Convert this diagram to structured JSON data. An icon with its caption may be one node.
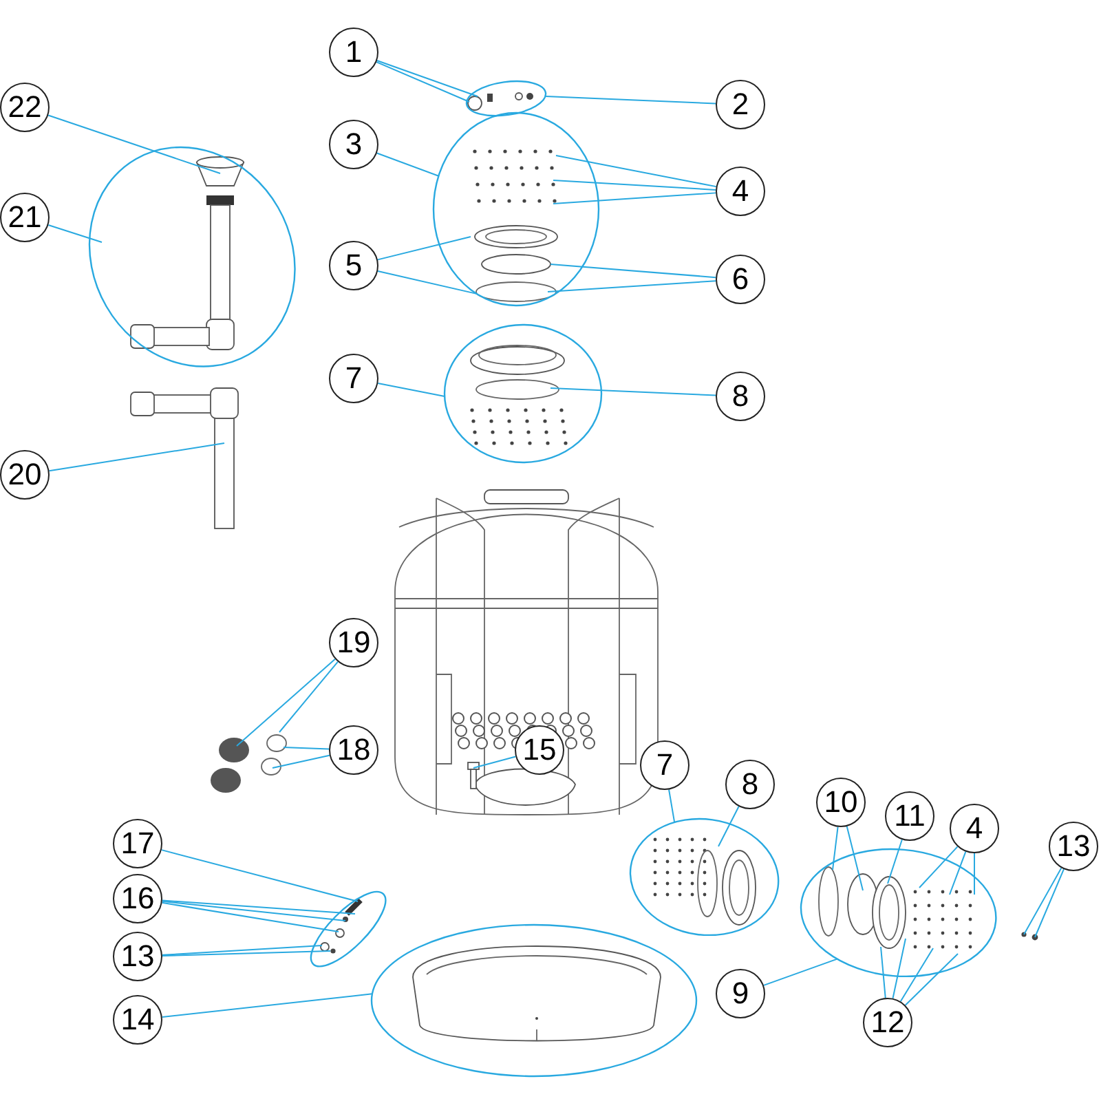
{
  "diagram": {
    "nodes": [
      {
        "text": [
          "1"
        ]
      },
      {
        "text": [],
        "shape": "ellipse"
      },
      {
        "text": [
          "2"
        ]
      },
      {
        "text": [
          "22"
        ]
      },
      {
        "text": [
          "3"
        ]
      },
      {
        "text": [],
        "shape": "ellipse"
      },
      {
        "text": [
          "4"
        ]
      },
      {
        "text": [
          "21"
        ]
      },
      {
        "text": [],
        "shape": "ellipse"
      },
      {
        "text": [
          "5"
        ]
      },
      {
        "text": [
          "6"
        ]
      },
      {
        "text": [
          "7"
        ]
      },
      {
        "text": [],
        "shape": "ellipse"
      },
      {
        "text": [
          "8"
        ]
      },
      {
        "text": [
          "20"
        ]
      },
      {
        "text": [
          "19"
        ]
      },
      {
        "text": [
          "18"
        ]
      },
      {
        "text": [
          "15"
        ]
      },
      {
        "text": [
          "7"
        ]
      },
      {
        "text": [
          "8"
        ]
      },
      {
        "text": [],
        "shape": "ellipse"
      },
      {
        "text": [
          "10"
        ]
      },
      {
        "text": [
          "11"
        ]
      },
      {
        "text": [
          "4"
        ]
      },
      {
        "text": [
          "13"
        ]
      },
      {
        "text": [
          "17"
        ]
      },
      {
        "text": [],
        "shape": "ellipse"
      },
      {
        "text": [
          "16"
        ]
      },
      {
        "text": [
          "13"
        ]
      },
      {
        "text": [],
        "shape": "ellipse"
      },
      {
        "text": [
          "9"
        ]
      },
      {
        "text": [
          "12"
        ]
      },
      {
        "text": [
          "14"
        ]
      },
      {
        "text": [],
        "shape": "ellipse"
      }
    ],
    "edges": [
      {
        "from": 0,
        "to": 1,
        "arrow": "none"
      },
      {
        "from": 0,
        "to": 1,
        "arrow": "none"
      },
      {
        "from": 2,
        "to": 1,
        "arrow": "none"
      },
      {
        "from": 3,
        "to": 8,
        "arrow": "none"
      },
      {
        "from": 4,
        "to": 5,
        "arrow": "none"
      },
      {
        "from": 6,
        "to": 5,
        "arrow": "none"
      },
      {
        "from": 6,
        "to": 5,
        "arrow": "none"
      },
      {
        "from": 6,
        "to": 5,
        "arrow": "none"
      },
      {
        "from": 7,
        "to": 8,
        "arrow": "none"
      },
      {
        "from": 9,
        "to": 5,
        "arrow": "none"
      },
      {
        "from": 9,
        "to": 5,
        "arrow": "none"
      },
      {
        "from": 10,
        "to": 5,
        "arrow": "none"
      },
      {
        "from": 10,
        "to": 5,
        "arrow": "none"
      },
      {
        "from": 11,
        "to": 12,
        "arrow": "none"
      },
      {
        "from": 13,
        "to": 12,
        "arrow": "none"
      },
      {
        "from": 14,
        "to": null,
        "arrow": "none"
      },
      {
        "from": 15,
        "to": null,
        "arrow": "none"
      },
      {
        "from": 15,
        "to": null,
        "arrow": "none"
      },
      {
        "from": 16,
        "to": null,
        "arrow": "none"
      },
      {
        "from": 16,
        "to": null,
        "arrow": "none"
      },
      {
        "from": 17,
        "to": null,
        "arrow": "none"
      },
      {
        "from": 18,
        "to": 20,
        "arrow": "none"
      },
      {
        "from": 19,
        "to": 20,
        "arrow": "none"
      },
      {
        "from": 21,
        "to": 29,
        "arrow": "none"
      },
      {
        "from": 21,
        "to": 29,
        "arrow": "none"
      },
      {
        "from": 22,
        "to": 29,
        "arrow": "none"
      },
      {
        "from": 23,
        "to": 29,
        "arrow": "none"
      },
      {
        "from": 23,
        "to": 29,
        "arrow": "none"
      },
      {
        "from": 23,
        "to": 29,
        "arrow": "none"
      },
      {
        "from": 24,
        "to": null,
        "arrow": "none"
      },
      {
        "from": 24,
        "to": null,
        "arrow": "none"
      },
      {
        "from": 25,
        "to": 26,
        "arrow": "none"
      },
      {
        "from": 27,
        "to": 26,
        "arrow": "none"
      },
      {
        "from": 27,
        "to": 26,
        "arrow": "none"
      },
      {
        "from": 27,
        "to": 26,
        "arrow": "none"
      },
      {
        "from": 28,
        "to": 26,
        "arrow": "none"
      },
      {
        "from": 28,
        "to": 26,
        "arrow": "none"
      },
      {
        "from": 30,
        "to": 29,
        "arrow": "none"
      },
      {
        "from": 31,
        "to": 29,
        "arrow": "none"
      },
      {
        "from": 31,
        "to": 29,
        "arrow": "none"
      },
      {
        "from": 31,
        "to": 29,
        "arrow": "none"
      },
      {
        "from": 31,
        "to": 29,
        "arrow": "none"
      },
      {
        "from": 32,
        "to": 33,
        "arrow": "none"
      }
    ]
  }
}
